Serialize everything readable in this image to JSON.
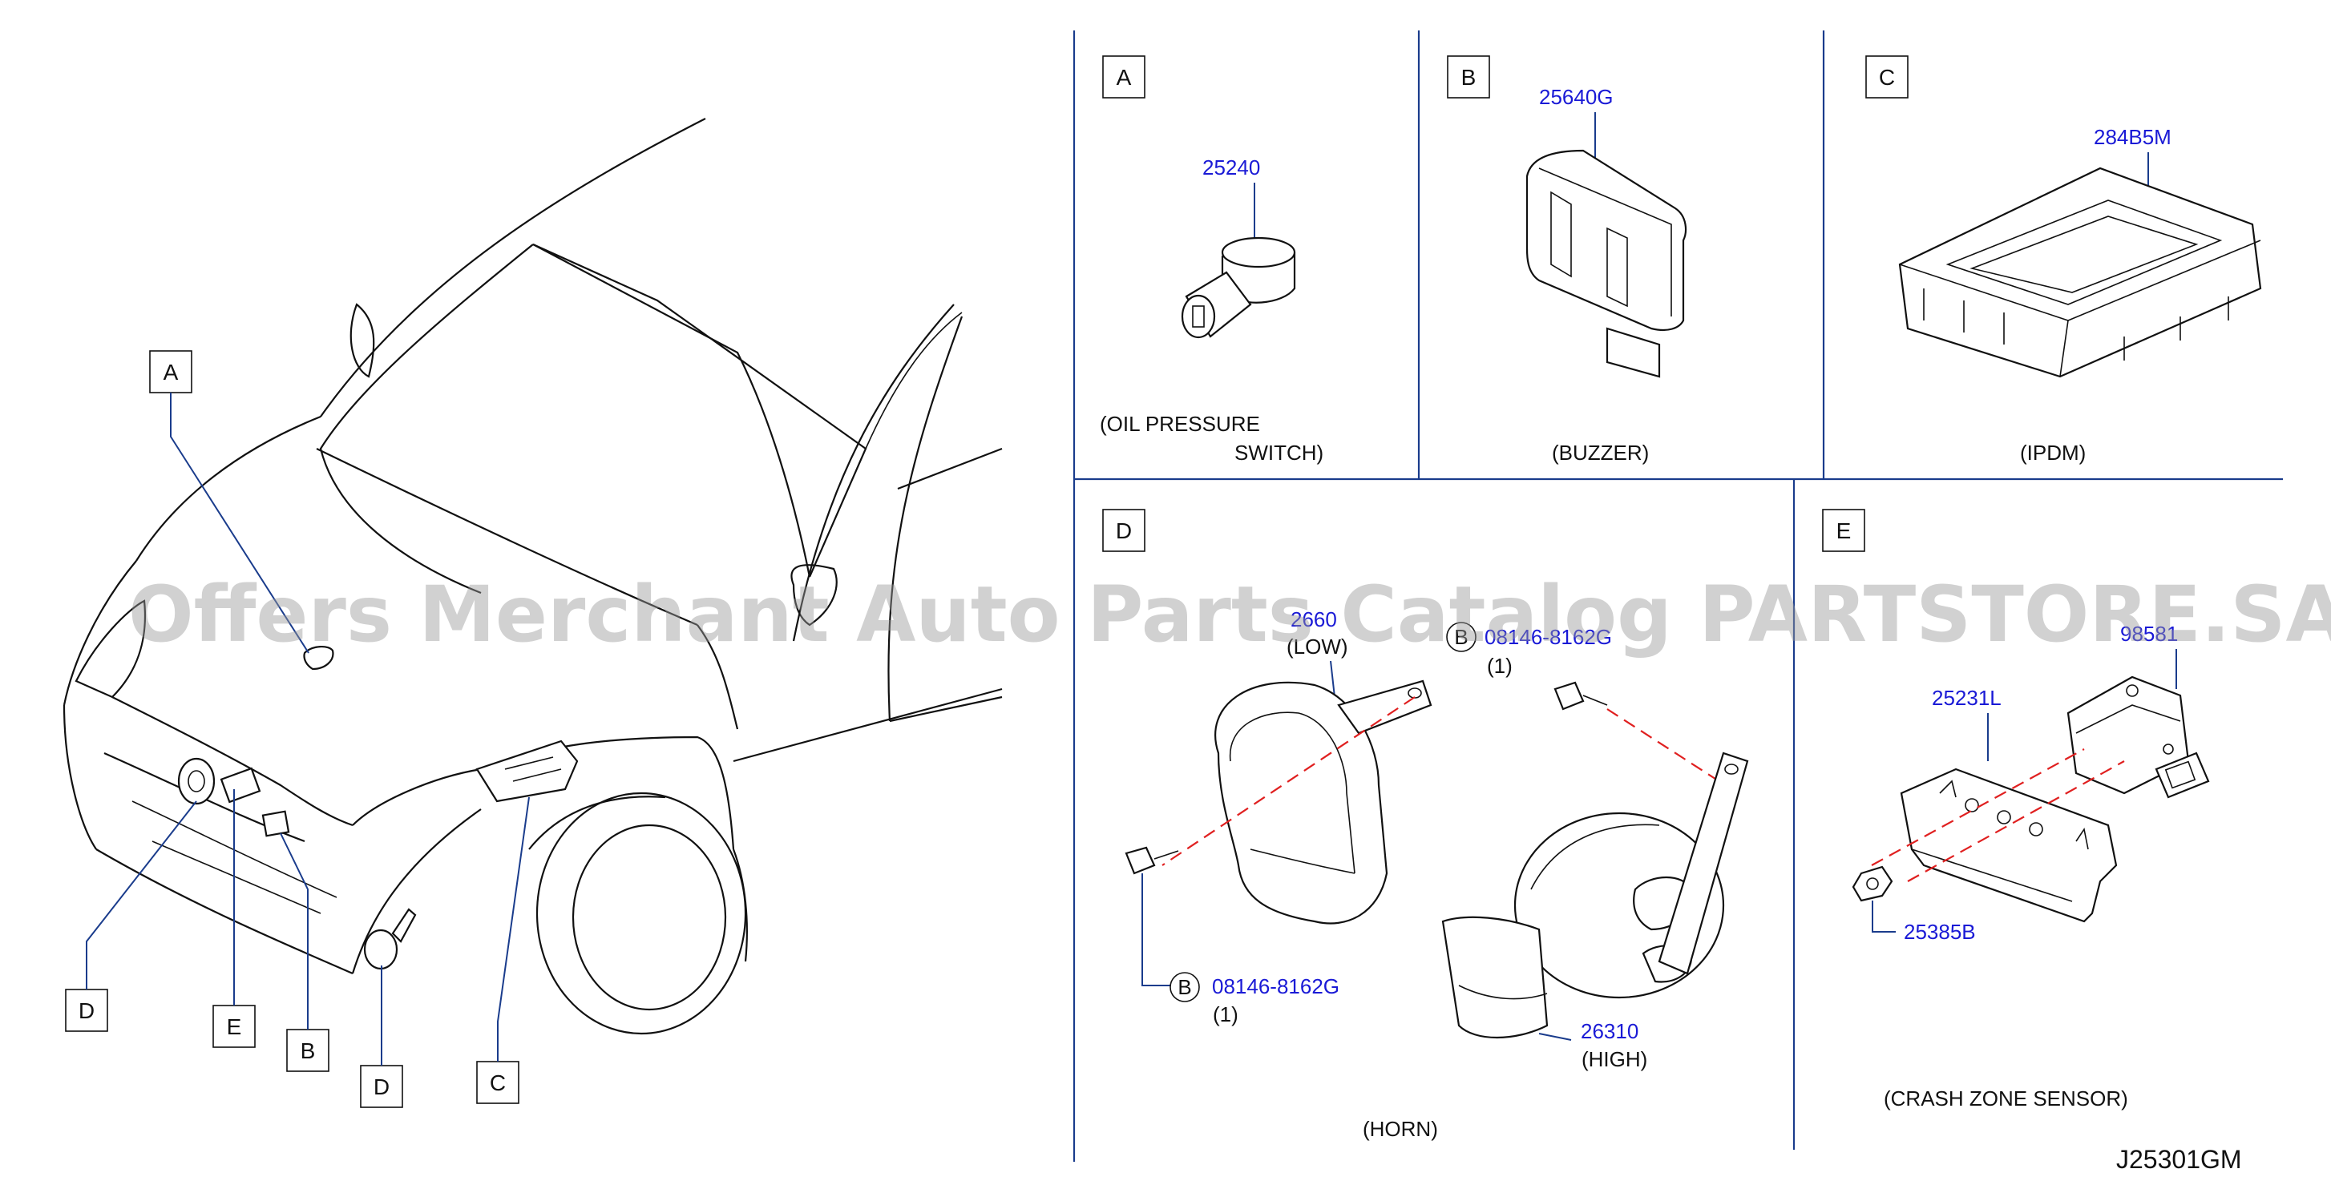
{
  "watermark": "Offers Merchant Auto Parts Catalog PARTSTORE.SA",
  "diagram_code": "J25301GM",
  "overview": {
    "callouts": [
      "A",
      "D",
      "E",
      "B",
      "D",
      "C"
    ]
  },
  "panels": {
    "a": {
      "letter": "A",
      "part_no": "25240",
      "caption_line1": "(OIL   PRESSURE",
      "caption_line2": "SWITCH)"
    },
    "b": {
      "letter": "B",
      "part_no": "25640G",
      "caption": "(BUZZER)"
    },
    "c": {
      "letter": "C",
      "part_no": "284B5M",
      "caption": "(IPDM)"
    },
    "d": {
      "letter": "D",
      "horn_low_no": "2660",
      "horn_low_label": "(LOW)",
      "bolt_top_circle": "B",
      "bolt_top_no": "08146-8162G",
      "bolt_top_qty": "(1)",
      "bolt_bottom_circle": "B",
      "bolt_bottom_no": "08146-8162G",
      "bolt_bottom_qty": "(1)",
      "horn_high_no": "26310",
      "horn_high_label": "(HIGH)",
      "caption": "(HORN)"
    },
    "e": {
      "letter": "E",
      "sensor_no": "98581",
      "bracket_no": "25231L",
      "nut_no": "25385B",
      "caption": "(CRASH   ZONE   SENSOR)"
    }
  },
  "colors": {
    "part_number": "#1a1ad6",
    "leader": "#1a3c8c",
    "dashed_guide": "#e02020",
    "line": "#111111"
  }
}
